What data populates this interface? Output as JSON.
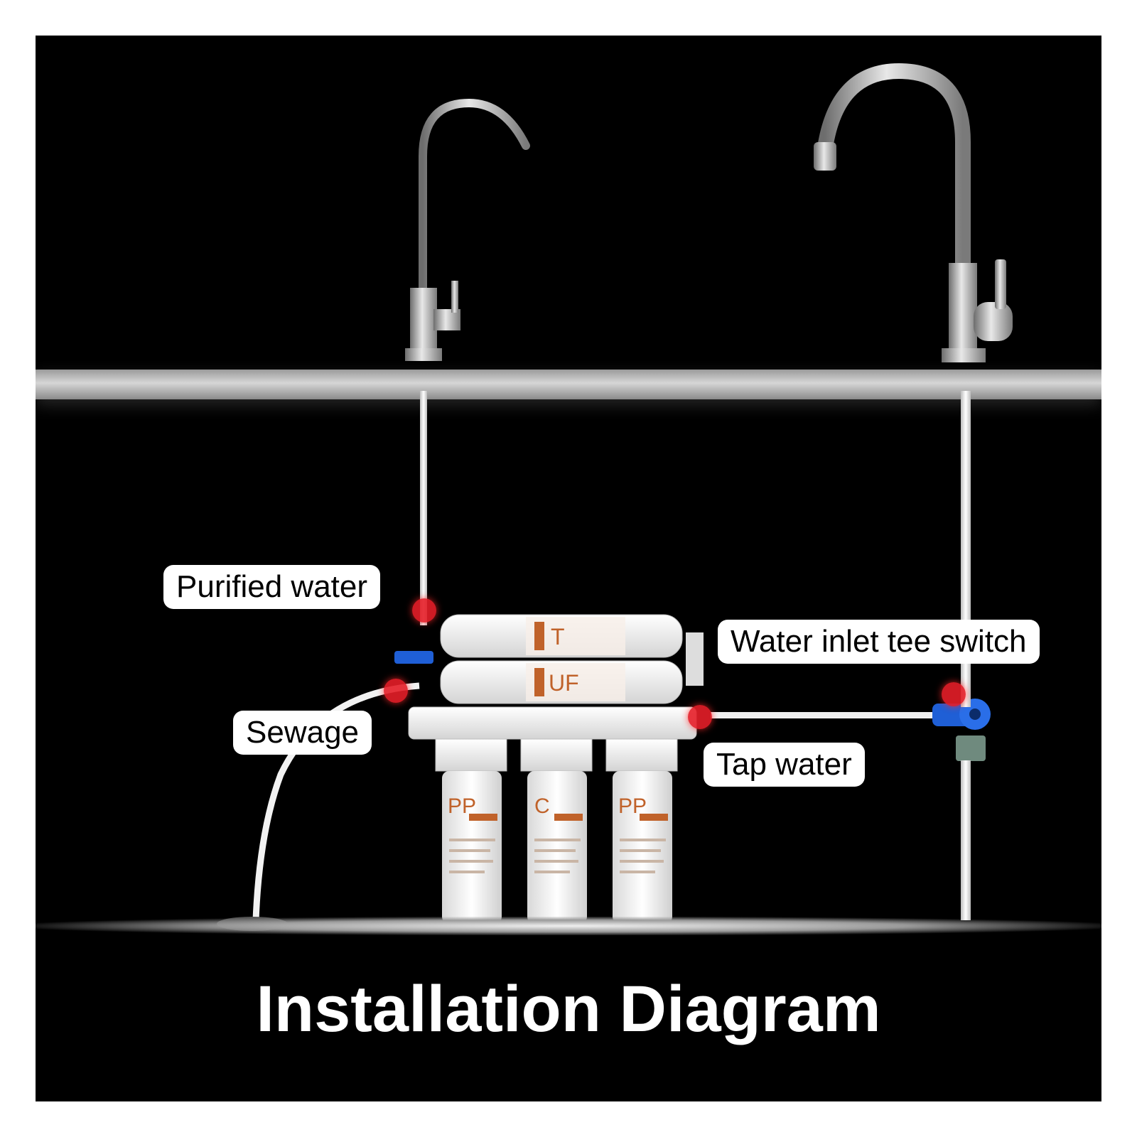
{
  "title": "Installation Diagram",
  "labels": {
    "purified": "Purified water",
    "inlet": "Water inlet tee switch",
    "sewage": "Sewage",
    "tap": "Tap water"
  },
  "cartridges": {
    "top_1": "T",
    "top_2": "UF",
    "bottom_1": "PP",
    "bottom_2": "C",
    "bottom_3": "PP"
  },
  "colors": {
    "background": "#000000",
    "marker": "#e61e28",
    "label_bg": "#ffffff",
    "valve": "#1f5fd6",
    "accent_text": "#c0622a"
  }
}
